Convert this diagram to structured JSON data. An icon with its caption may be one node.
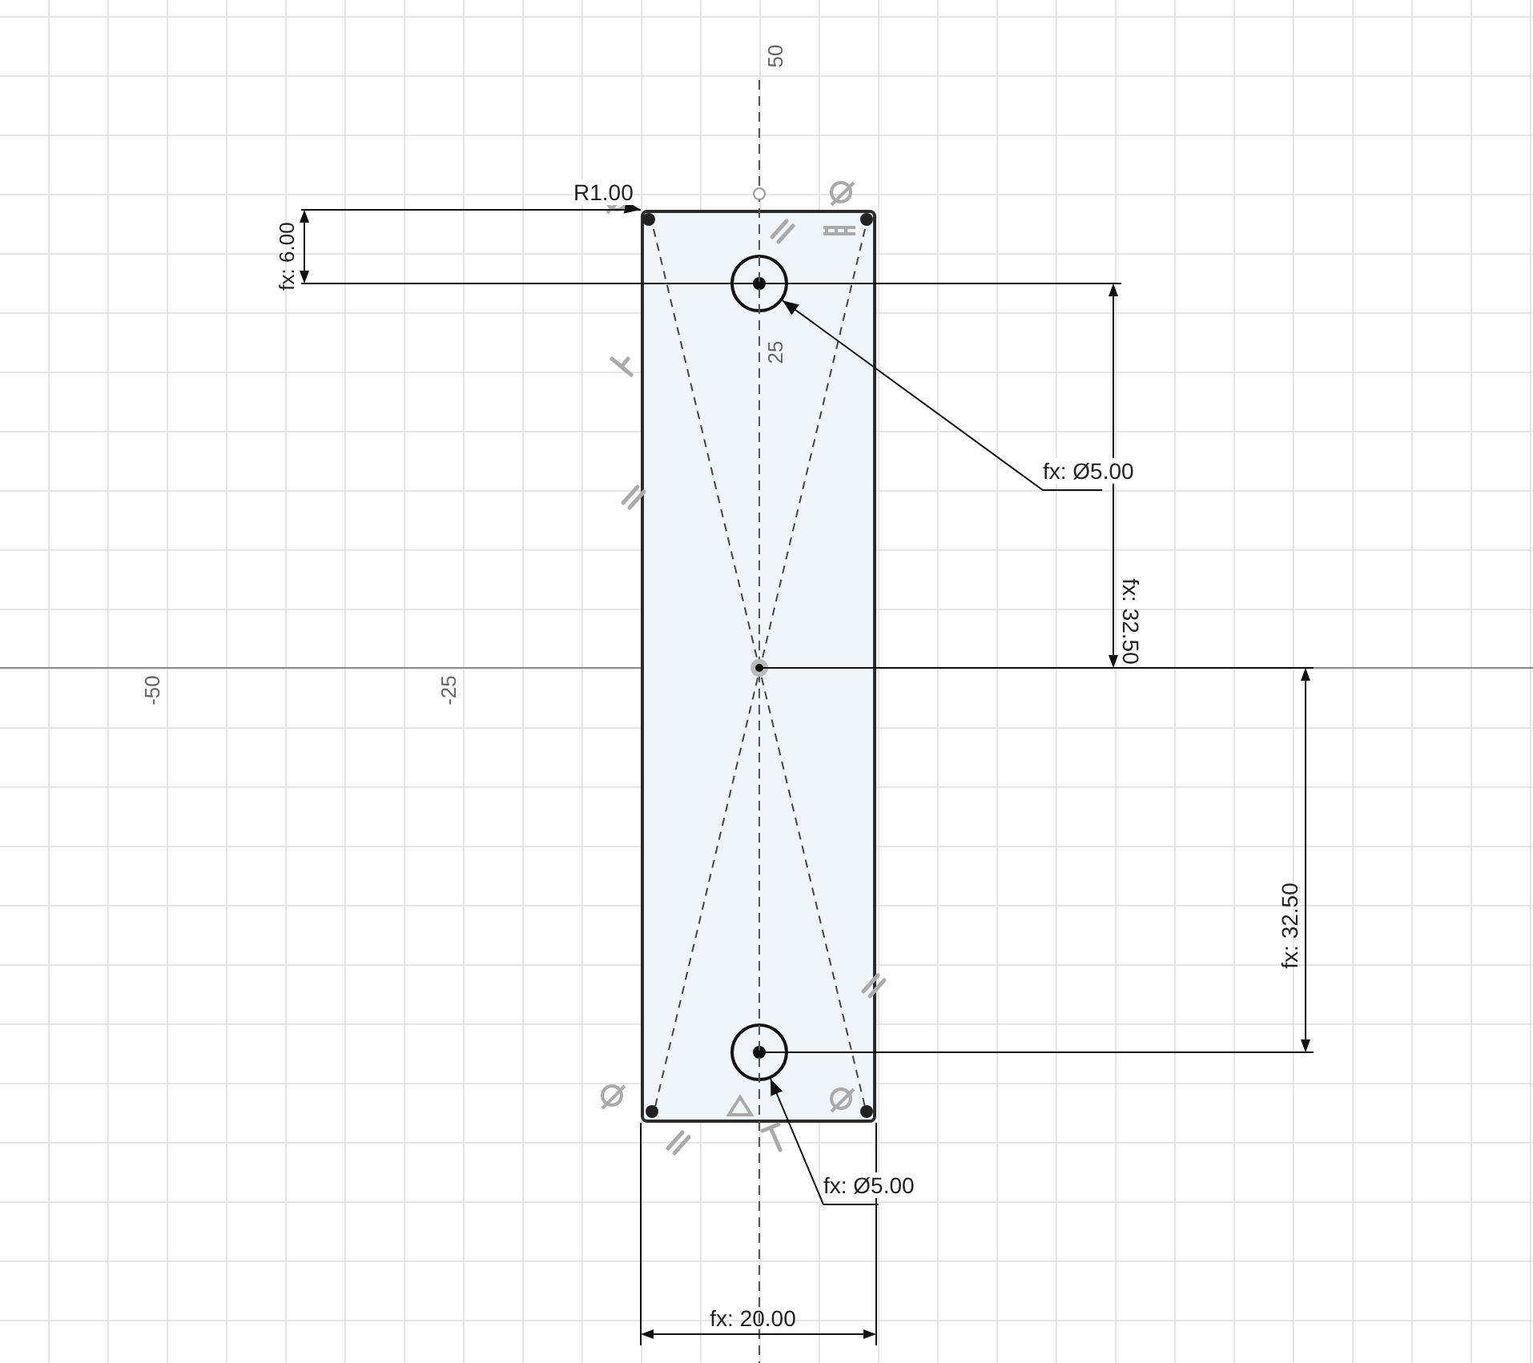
{
  "diagram": {
    "nodes": [
      {
        "text": [],
        "shape": "box"
      },
      {
        "text": [],
        "shape": "circle",
        "in": 0
      },
      {
        "text": [],
        "shape": "circle",
        "in": 0
      },
      {
        "text": [
          "fx: Ø5.00"
        ]
      },
      {
        "text": [
          "fx: Ø5.00"
        ]
      },
      {
        "text": [
          "R1.00"
        ]
      }
    ],
    "edges": [
      {
        "from": 3,
        "to": 1,
        "arrow": "to"
      },
      {
        "from": 4,
        "to": 2,
        "arrow": "to"
      },
      {
        "from": 5,
        "to": 0,
        "arrow": "to"
      }
    ],
    "labels": [
      "50",
      "fx: 6.00",
      "25",
      "fx: 32.50",
      "-50",
      "-25",
      "fx: 32.50",
      "fx: 20.00"
    ]
  }
}
